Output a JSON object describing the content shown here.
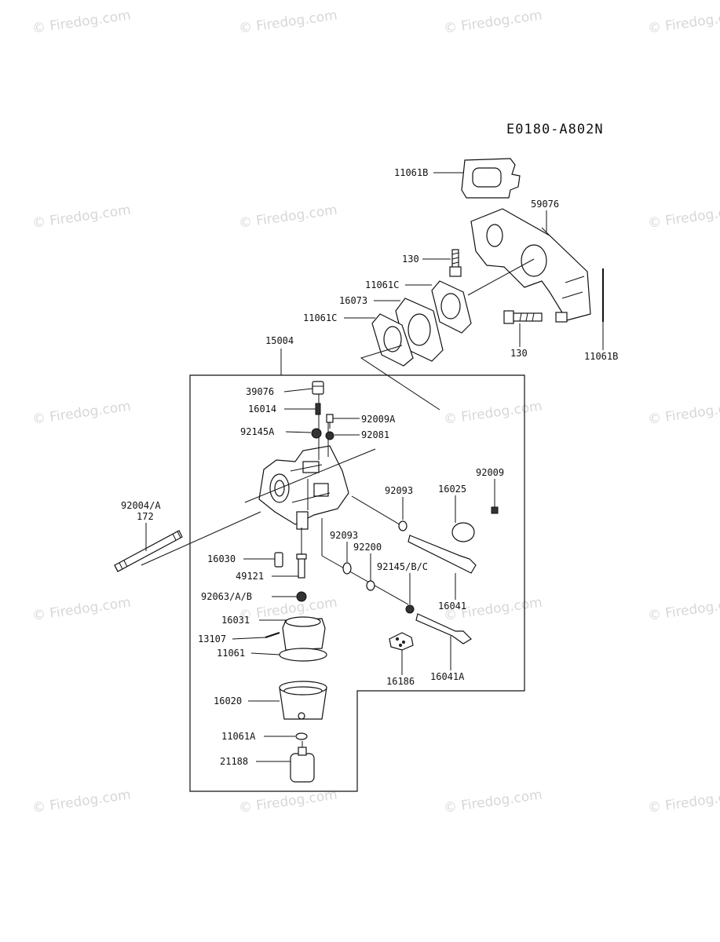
{
  "diagram_code": "E0180-A802N",
  "watermark": "© Firedog.com",
  "parts": [
    {
      "id": "p11061B_top",
      "label": "11061B"
    },
    {
      "id": "p59076",
      "label": "59076"
    },
    {
      "id": "p130_left",
      "label": "130"
    },
    {
      "id": "p11061C_upper",
      "label": "11061C"
    },
    {
      "id": "p16073",
      "label": "16073"
    },
    {
      "id": "p11061C_lower",
      "label": "11061C"
    },
    {
      "id": "p130_right",
      "label": "130"
    },
    {
      "id": "p11061B_side",
      "label": "11061B"
    },
    {
      "id": "p15004",
      "label": "15004"
    },
    {
      "id": "p39076",
      "label": "39076"
    },
    {
      "id": "p16014",
      "label": "16014"
    },
    {
      "id": "p92009A",
      "label": "92009A"
    },
    {
      "id": "p92145A",
      "label": "92145A"
    },
    {
      "id": "p92081",
      "label": "92081"
    },
    {
      "id": "p92004A",
      "label": "92004/A"
    },
    {
      "id": "p172",
      "label": "172"
    },
    {
      "id": "p92093_upper",
      "label": "92093"
    },
    {
      "id": "p16025",
      "label": "16025"
    },
    {
      "id": "p92009",
      "label": "92009"
    },
    {
      "id": "p16030",
      "label": "16030"
    },
    {
      "id": "p92093_lower",
      "label": "92093"
    },
    {
      "id": "p92200",
      "label": "92200"
    },
    {
      "id": "p49121",
      "label": "49121"
    },
    {
      "id": "p92145BC",
      "label": "92145/B/C"
    },
    {
      "id": "p92063AB",
      "label": "92063/A/B"
    },
    {
      "id": "p16041",
      "label": "16041"
    },
    {
      "id": "p16031",
      "label": "16031"
    },
    {
      "id": "p13107",
      "label": "13107"
    },
    {
      "id": "p11061",
      "label": "11061"
    },
    {
      "id": "p16186",
      "label": "16186"
    },
    {
      "id": "p16041A",
      "label": "16041A"
    },
    {
      "id": "p16020",
      "label": "16020"
    },
    {
      "id": "p11061A",
      "label": "11061A"
    },
    {
      "id": "p21188",
      "label": "21188"
    }
  ]
}
